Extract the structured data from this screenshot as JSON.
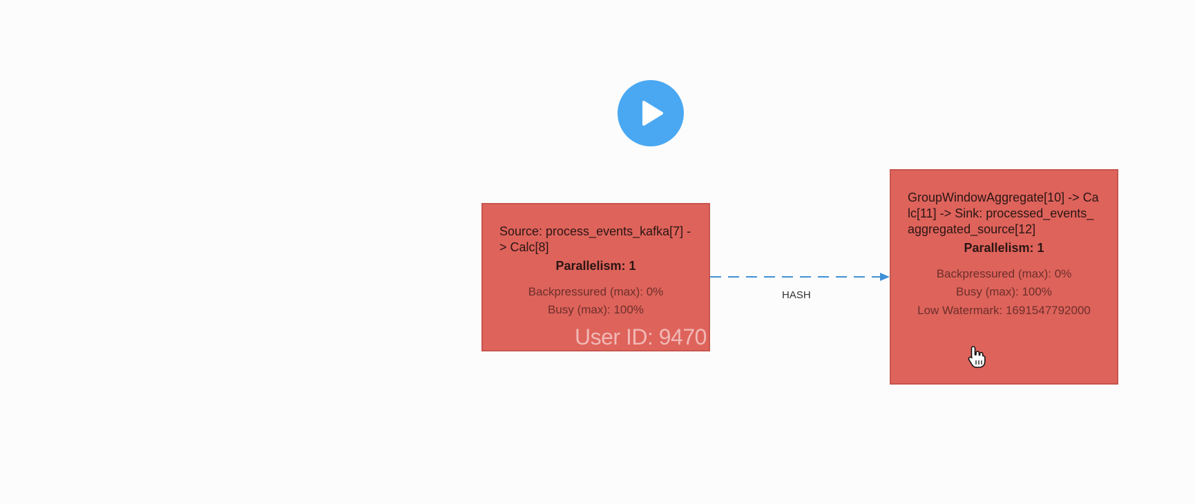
{
  "player": {
    "play_icon": "play-icon",
    "accent_color": "#4aa8f2"
  },
  "graph": {
    "nodes": [
      {
        "id": "source",
        "title": "Source: process_events_kafka[7] -> Calc[8]",
        "parallelism": "Parallelism: 1",
        "backpressured": "Backpressured (max): 0%",
        "busy": "Busy (max): 100%"
      },
      {
        "id": "sink",
        "title": "GroupWindowAggregate[10] -> Calc[11] -> Sink: processed_events_aggregated_source[12]",
        "parallelism": "Parallelism: 1",
        "backpressured": "Backpressured (max): 0%",
        "busy": "Busy (max): 100%",
        "low_watermark": "Low Watermark: 1691547792000"
      }
    ],
    "edge": {
      "label": "HASH",
      "color": "#3f8fd6"
    },
    "node_color": "#de635b"
  },
  "overlay": {
    "user_id": "User ID: 9470"
  },
  "cursor_icon": "hand-pointer-icon"
}
